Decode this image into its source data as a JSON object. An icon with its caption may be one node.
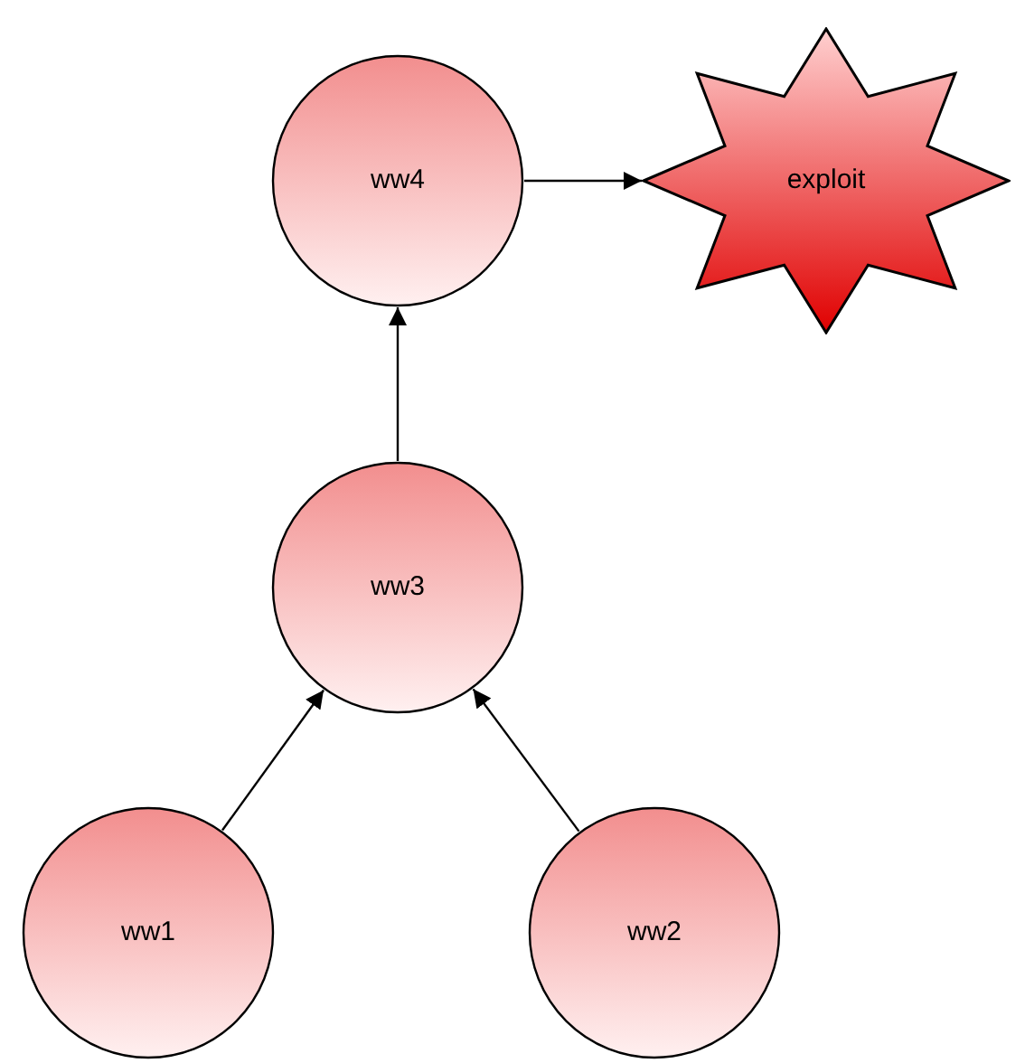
{
  "diagram": {
    "nodes": [
      {
        "text": [
          "ww4"
        ]
      },
      {
        "text": [
          "exploit"
        ]
      },
      {
        "text": [
          "ww3"
        ]
      },
      {
        "text": [
          "ww1"
        ]
      },
      {
        "text": [
          "ww2"
        ]
      }
    ],
    "edges": [
      {
        "from": 0,
        "to": 1,
        "arrow": "to"
      },
      {
        "from": 2,
        "to": 0,
        "arrow": "to"
      },
      {
        "from": 3,
        "to": 2,
        "arrow": "to"
      },
      {
        "from": 4,
        "to": 2,
        "arrow": "to"
      }
    ]
  }
}
